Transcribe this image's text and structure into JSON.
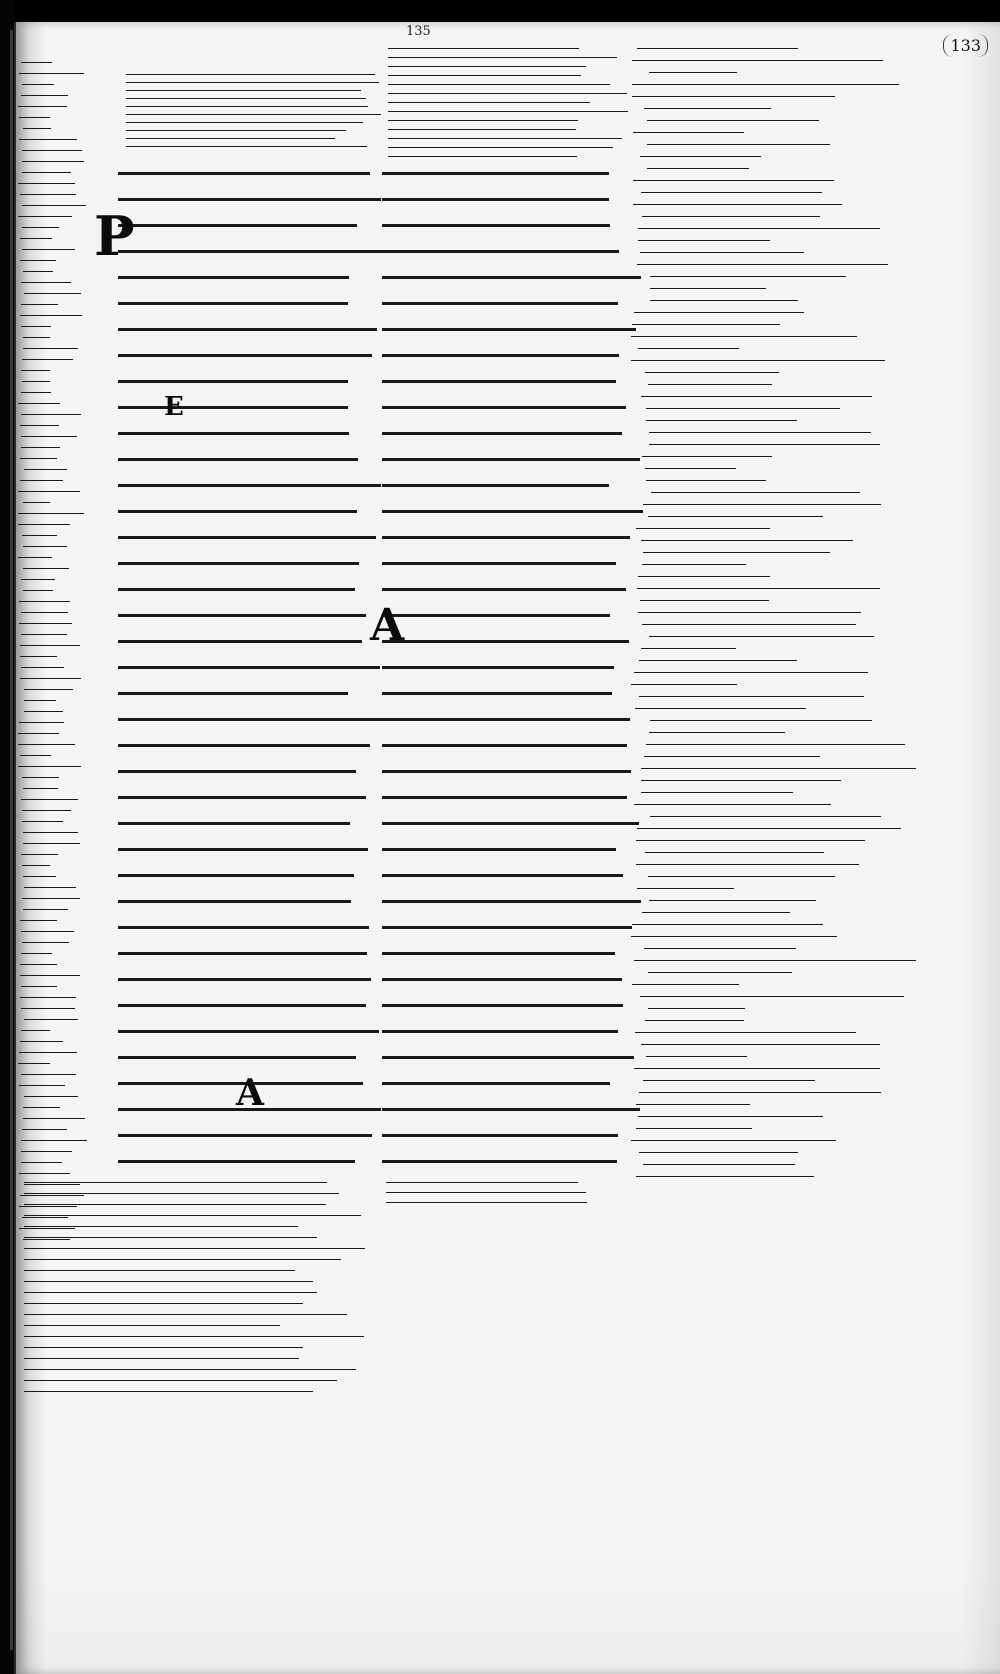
{
  "document": {
    "folio_top": "135",
    "folio_number": "133"
  },
  "initials": {
    "col1_a": "P",
    "col1_b": "E",
    "col1_c": "A",
    "col2_a": "A"
  },
  "colors": {
    "ink": "#111111",
    "parchment": "#f4f4f2",
    "background": "#000000"
  }
}
